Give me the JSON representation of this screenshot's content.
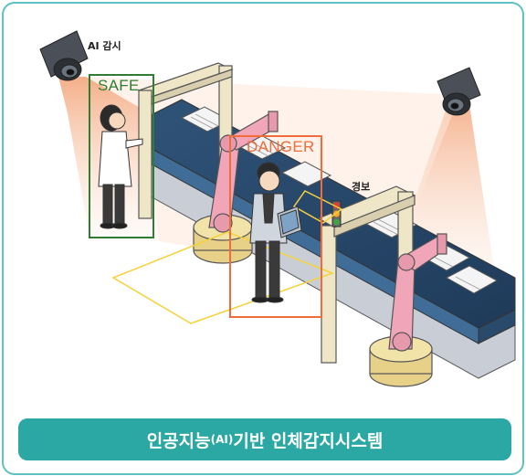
{
  "labels": {
    "ai_watch": "AI 감시",
    "alarm": "경보",
    "safe": "SAFE",
    "danger": "DANGER"
  },
  "caption": {
    "part1": "인공지능",
    "part2": "(AI)",
    "part3": "기반 인체감지시스템"
  },
  "colors": {
    "border": "#5ec2c0",
    "caption_bg": "#2ba7a4",
    "safe": "#2e7d32",
    "danger": "#f26b3a",
    "zone_line": "#f5d23c",
    "light_cone": "#f5b48c"
  }
}
